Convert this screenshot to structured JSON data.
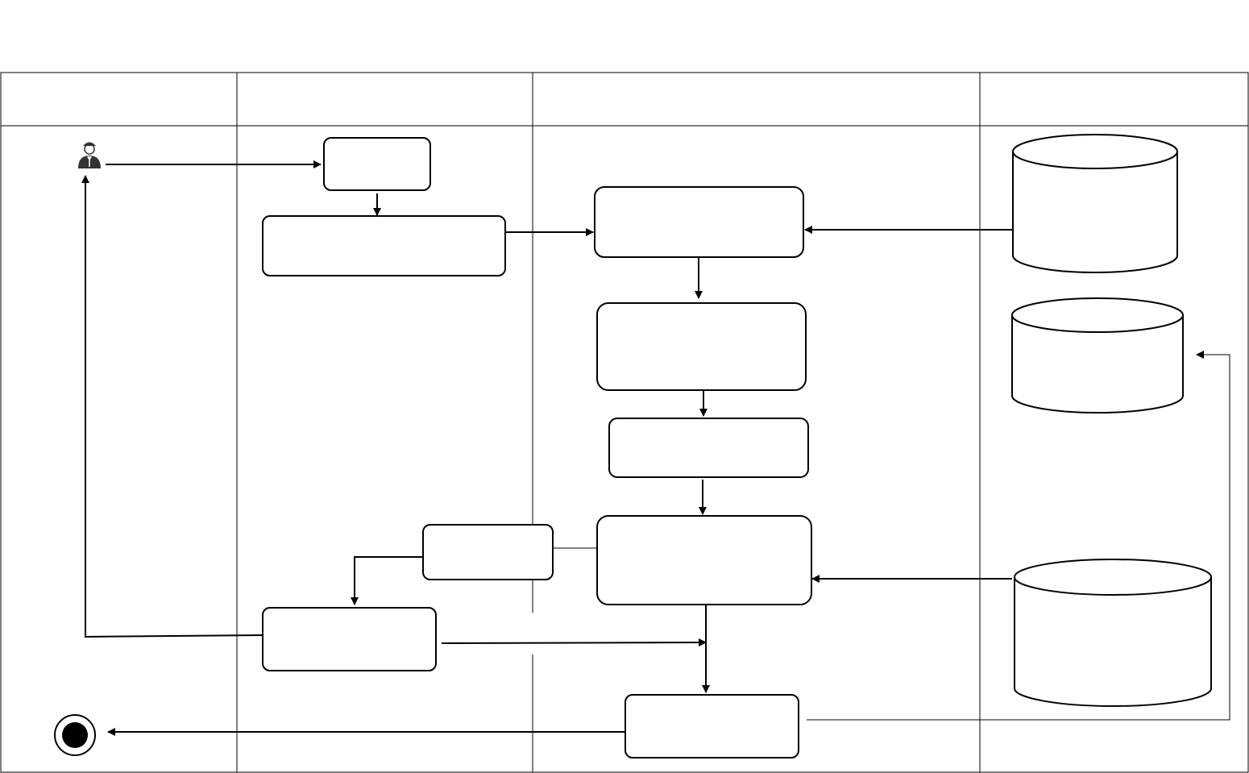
{
  "diagram": {
    "lanes": [
      {
        "id": "lane-1",
        "title": ""
      },
      {
        "id": "lane-2",
        "title": ""
      },
      {
        "id": "lane-3",
        "title": ""
      },
      {
        "id": "lane-4",
        "title": ""
      }
    ],
    "nodes": [
      {
        "id": "start-actor",
        "kind": "actor",
        "text": ""
      },
      {
        "id": "step-1",
        "kind": "activity",
        "text": ""
      },
      {
        "id": "step-2",
        "kind": "activity",
        "text": ""
      },
      {
        "id": "step-3",
        "kind": "activity",
        "text": ""
      },
      {
        "id": "step-4",
        "kind": "activity",
        "text": ""
      },
      {
        "id": "step-5",
        "kind": "activity",
        "text": ""
      },
      {
        "id": "step-6",
        "kind": "activity",
        "text": ""
      },
      {
        "id": "step-7",
        "kind": "activity",
        "text": ""
      },
      {
        "id": "step-8",
        "kind": "activity",
        "text": ""
      },
      {
        "id": "step-9",
        "kind": "activity",
        "text": ""
      },
      {
        "id": "store-1",
        "kind": "datastore",
        "text": ""
      },
      {
        "id": "store-2",
        "kind": "datastore",
        "text": ""
      },
      {
        "id": "store-3",
        "kind": "datastore",
        "text": ""
      },
      {
        "id": "end-node",
        "kind": "final",
        "text": ""
      }
    ],
    "edges": [
      {
        "from": "start-actor",
        "to": "step-1"
      },
      {
        "from": "step-1",
        "to": "step-2"
      },
      {
        "from": "step-2",
        "to": "step-3"
      },
      {
        "from": "store-1",
        "to": "step-3"
      },
      {
        "from": "step-3",
        "to": "step-4"
      },
      {
        "from": "step-4",
        "to": "step-5"
      },
      {
        "from": "step-5",
        "to": "step-6"
      },
      {
        "from": "store-3",
        "to": "step-6"
      },
      {
        "from": "step-6",
        "to": "step-7"
      },
      {
        "from": "step-7",
        "to": "step-8"
      },
      {
        "from": "step-8",
        "to": "start-actor"
      },
      {
        "from": "step-8",
        "to": "step-9"
      },
      {
        "from": "step-6",
        "to": "step-9"
      },
      {
        "from": "step-9",
        "to": "store-2"
      },
      {
        "from": "step-9",
        "to": "end-node"
      }
    ]
  }
}
